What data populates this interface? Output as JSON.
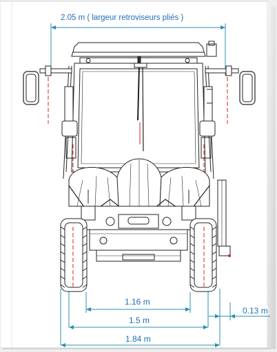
{
  "diagram": {
    "subject": "tractor-front-view-technical-drawing",
    "dimensions": {
      "mirror_width": "2.05 m  ( largeur retroviseurs pliés )",
      "track_inner": "1.16 m",
      "track_outer": "1.5 m",
      "overall_width": "1.84 m",
      "side_offset": "0.13 m"
    },
    "colors": {
      "dimension_line": "#2a8fb0",
      "dimension_text": "#1e6fb3",
      "drawing_line": "#222222",
      "center_mark": "#d42020",
      "frame_shadow": "#c8c8c8"
    }
  }
}
